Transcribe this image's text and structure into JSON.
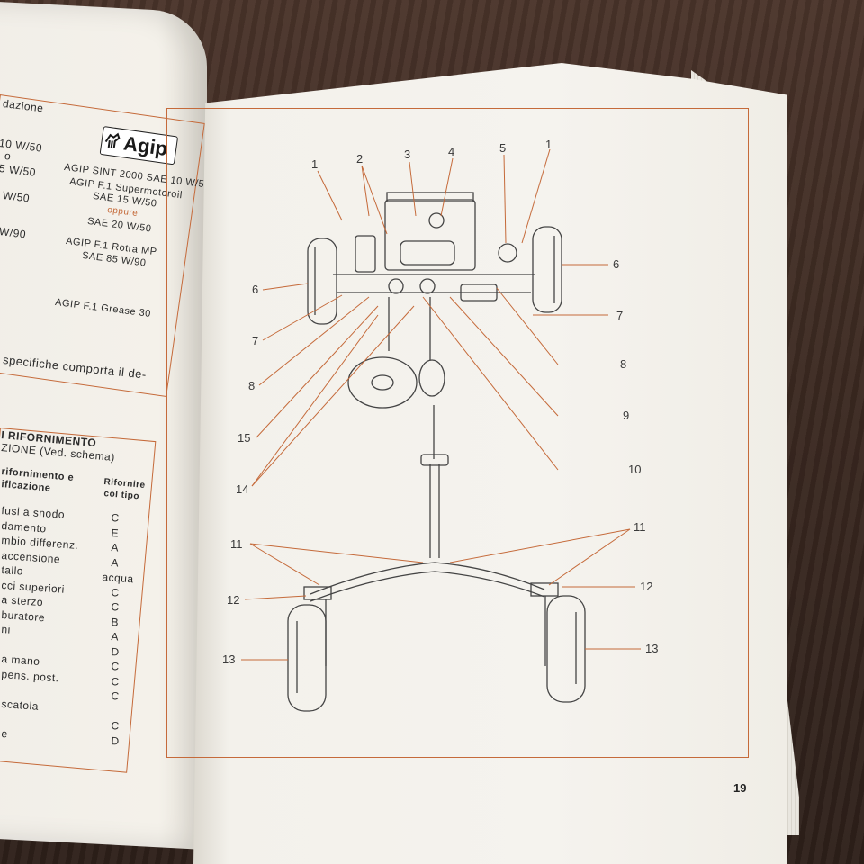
{
  "left_page": {
    "agip_table": {
      "header_fragment": "dazione",
      "oil_grades": [
        "10 W/50",
        "o",
        "5 W/50",
        "W/50",
        "W/90"
      ],
      "brand": "Agip",
      "products": [
        "AGIP SINT 2000 SAE 10 W/50",
        "AGIP F.1 Supermotoroil",
        "SAE 15 W/50",
        "oppure",
        "SAE 20 W/50",
        "AGIP F.1 Rotra MP",
        "SAE 85 W/90",
        "AGIP F.1 Grease 30"
      ]
    },
    "note_lines": [
      "specifiche comporta il de-"
    ],
    "refuel_table": {
      "title_line1": "I RIFORNIMENTO",
      "title_line2": "ZIONE (Ved. schema)",
      "col1_header": [
        "rifornimento e",
        "ificazione"
      ],
      "col2_header": [
        "Rifornire",
        "col tipo"
      ],
      "rows": [
        {
          "item": "fusi a snodo",
          "type": "C"
        },
        {
          "item": "damento",
          "type": "E"
        },
        {
          "item": "mbio differenz.",
          "type": "A"
        },
        {
          "item": "accensione",
          "type": "A"
        },
        {
          "item": "tallo",
          "type": "acqua"
        },
        {
          "item": "cci superiori",
          "type": "C"
        },
        {
          "item": "a sterzo",
          "type": "C"
        },
        {
          "item": "buratore",
          "type": "B"
        },
        {
          "item": "ni",
          "type": "A"
        },
        {
          "item": "",
          "type": "D"
        },
        {
          "item": "a mano",
          "type": "C"
        },
        {
          "item": "pens. post.",
          "type": "C"
        },
        {
          "item": "",
          "type": "C"
        },
        {
          "item": "scatola",
          "type": ""
        },
        {
          "item": "",
          "type": "C"
        },
        {
          "item": "e",
          "type": "D"
        }
      ]
    }
  },
  "right_page": {
    "page_number": "19",
    "callouts": {
      "top": [
        "1",
        "2",
        "3",
        "4",
        "5",
        "1"
      ],
      "left": [
        "6",
        "7",
        "8",
        "15",
        "14"
      ],
      "right": [
        "6",
        "7",
        "8",
        "9",
        "10"
      ],
      "rear_left": [
        "11",
        "12",
        "13"
      ],
      "rear_right": [
        "11",
        "12",
        "13"
      ]
    }
  },
  "colors": {
    "accent_orange": "#c56a3a",
    "ink": "#2b2b2b",
    "paper": "#f5f3ee"
  }
}
